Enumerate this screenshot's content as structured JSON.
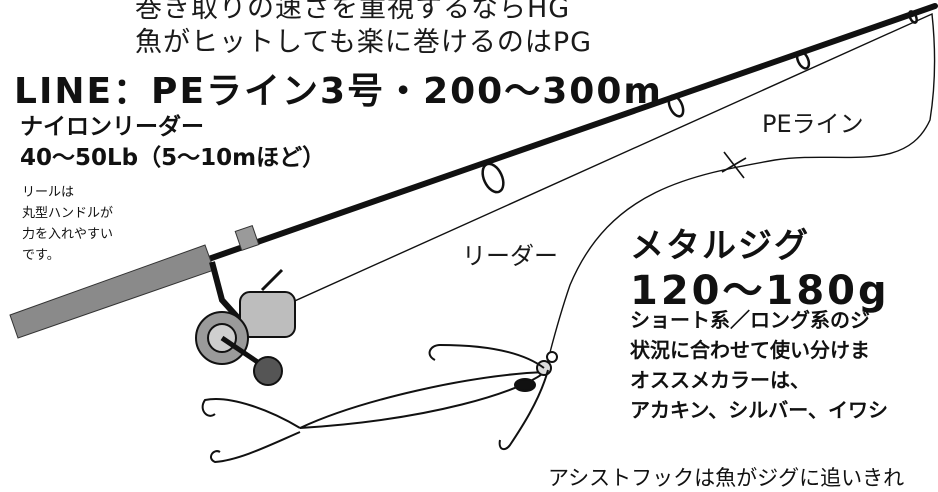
{
  "intro": [
    "巻き取りの速さを重視するならHG",
    "魚がヒットしても楽に巻けるのはPG"
  ],
  "line_spec": "LINE：PEライン3号・200〜300m",
  "leader_spec": [
    "ナイロンリーダー",
    "40〜50Lb（5〜10mほど）"
  ],
  "reel_note": [
    "リールは",
    "丸型ハンドルが",
    "力を入れやすい",
    "です。"
  ],
  "labels": {
    "pe_line": "PEライン",
    "leader": "リーダー"
  },
  "jig": {
    "name": "メタルジグ",
    "weight": "120〜180g",
    "notes": [
      "ショート系／ロング系のジ",
      "状況に合わせて使い分けま",
      "オススメカラーは、",
      "アカキン、シルバー、イワシ"
    ]
  },
  "assist_note": "アシストフックは魚がジグに追いきれ",
  "colors": {
    "ink": "#111111",
    "grip": "#8a8a8a",
    "reel_body": "#9a9a9a",
    "reel_knob": "#555555"
  }
}
